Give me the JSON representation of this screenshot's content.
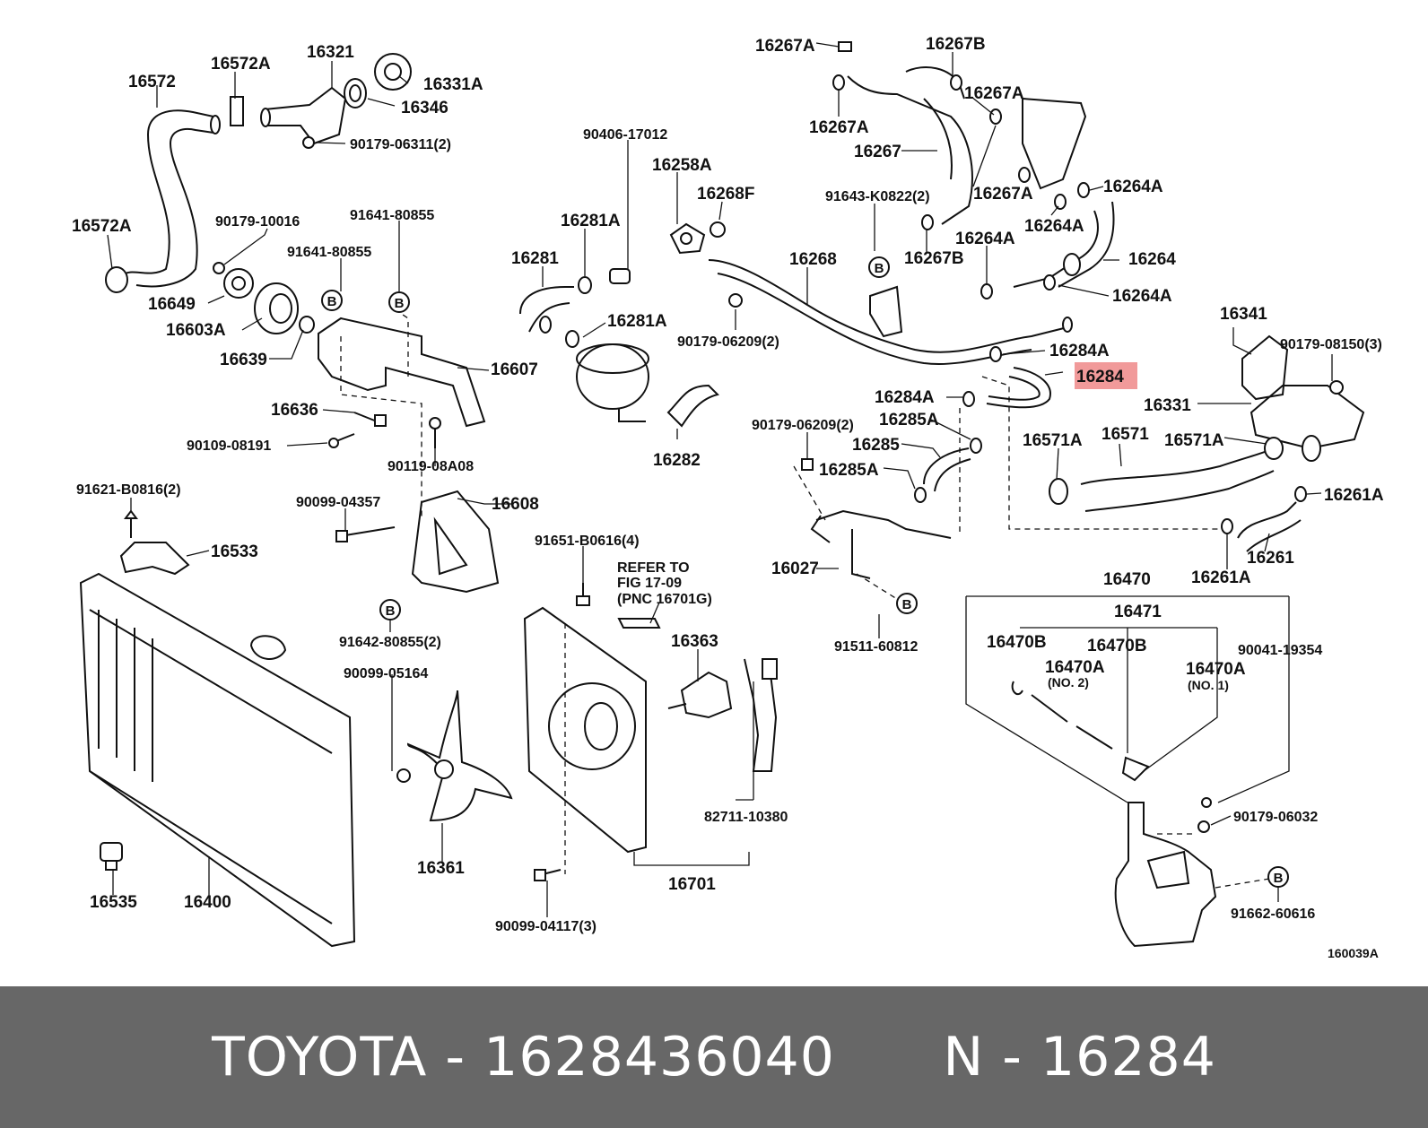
{
  "diagram": {
    "figure_number": "160039A",
    "highlighted_part": "16284",
    "highlight_color": "#f19a9a",
    "callout_symbol": "B",
    "labels": {
      "p16572": "16572",
      "p16572A_1": "16572A",
      "p16572A_2": "16572A",
      "p16321": "16321",
      "p16331A": "16331A",
      "p16346": "16346",
      "p90179_06311": "90179-06311(2)",
      "p90179_10016": "90179-10016",
      "p91641_80855_1": "91641-80855",
      "p91641_80855_2": "91641-80855",
      "p16649": "16649",
      "p16603A": "16603A",
      "p16639": "16639",
      "p16607": "16607",
      "p16636": "16636",
      "p90109_08191": "90109-08191",
      "p90119_08A08": "90119-08A08",
      "p91621_B0816": "91621-B0816(2)",
      "p16533": "16533",
      "p90099_04357": "90099-04357",
      "p16608": "16608",
      "p91642_80855": "91642-80855(2)",
      "p90099_05164": "90099-05164",
      "p16361": "16361",
      "p16535": "16535",
      "p16400": "16400",
      "p90406_17012": "90406-17012",
      "p16281A_1": "16281A",
      "p16281A_2": "16281A",
      "p16281": "16281",
      "p16282": "16282",
      "p16258A": "16258A",
      "p16268F": "16268F",
      "p91651_B0616": "91651-B0616(4)",
      "refer_1": "REFER TO",
      "refer_2": "FIG 17-09",
      "refer_3": "(PNC 16701G)",
      "p16363": "16363",
      "p82711_10380": "82711-10380",
      "p16701": "16701",
      "p90099_04117": "90099-04117(3)",
      "p16267A_1": "16267A",
      "p16267B_1": "16267B",
      "p16267A_2": "16267A",
      "p16267A_3": "16267A",
      "p16267": "16267",
      "p16267A_4": "16267A",
      "p91643_K0822": "91643-K0822(2)",
      "p16267B_2": "16267B",
      "p16264A_1": "16264A",
      "p16264A_2": "16264A",
      "p16264A_3": "16264A",
      "p16264": "16264",
      "p16264A_4": "16264A",
      "p16268": "16268",
      "p90179_06209_1": "90179-06209(2)",
      "p16284A_1": "16284A",
      "p16284": "16284",
      "p16284A_2": "16284A",
      "p90179_06209_2": "90179-06209(2)",
      "p16285A_1": "16285A",
      "p16285": "16285",
      "p16285A_2": "16285A",
      "p16027": "16027",
      "p91511_60812": "91511-60812",
      "p16341": "16341",
      "p90179_08150": "90179-08150(3)",
      "p16331": "16331",
      "p16571A_1": "16571A",
      "p16571": "16571",
      "p16571A_2": "16571A",
      "p16261A_1": "16261A",
      "p16261": "16261",
      "p16261A_2": "16261A",
      "p16470": "16470",
      "p16471": "16471",
      "p16470B_1": "16470B",
      "p16470B_2": "16470B",
      "p16470A_1": "16470A",
      "p16470A_1_note": "(NO. 2)",
      "p16470A_2": "16470A",
      "p16470A_2_note": "(NO. 1)",
      "p90041_19354": "90041-19354",
      "p90179_06032": "90179-06032",
      "p91662_60616": "91662-60616"
    }
  },
  "footer": {
    "brand": "TOYOTA",
    "part_number": "1628436040",
    "ref_prefix": "N",
    "ref_number": "16284",
    "text": "TOYOTA - 1628436040      N - 16284"
  }
}
